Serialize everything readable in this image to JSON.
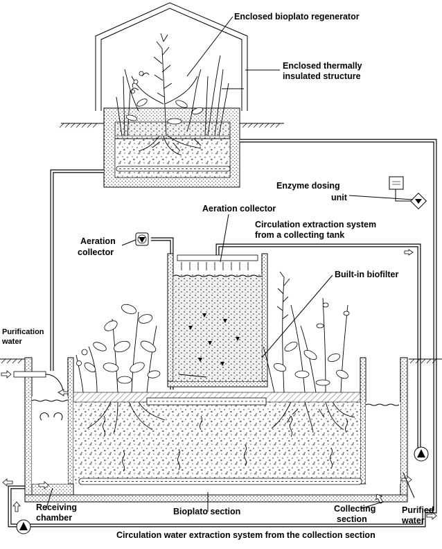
{
  "labels": {
    "regenerator": "Enclosed bioplato regenerator",
    "insulated_1": "Enclosed thermally",
    "insulated_2": "insulated structure",
    "enzyme_1": "Enzyme dosing",
    "enzyme_2": "unit",
    "aeration_top": "Aeration collector",
    "circulation_top_1": "Circulation extraction system",
    "circulation_top_2": "from a collecting tank",
    "aeration_left_1": "Aeration",
    "aeration_left_2": "collector",
    "biofilter": "Built-in biofilter",
    "purification_1": "Purification",
    "purification_2": "water",
    "receiving_1": "Receiving",
    "receiving_2": "chamber",
    "bioplato": "Bioplato section",
    "collecting_1": "Collecting",
    "collecting_2": "section",
    "purified_1": "Purified",
    "purified_2": "water",
    "bottom": "Circulation water extraction system from the collection section"
  },
  "icons": [
    "pump-icon",
    "flow-arrow-icon",
    "aeration-bubble-icon",
    "plant-icon",
    "greenhouse-icon"
  ],
  "colors": {
    "line": "#000000",
    "background": "#ffffff",
    "water": "#e8e8e8"
  }
}
